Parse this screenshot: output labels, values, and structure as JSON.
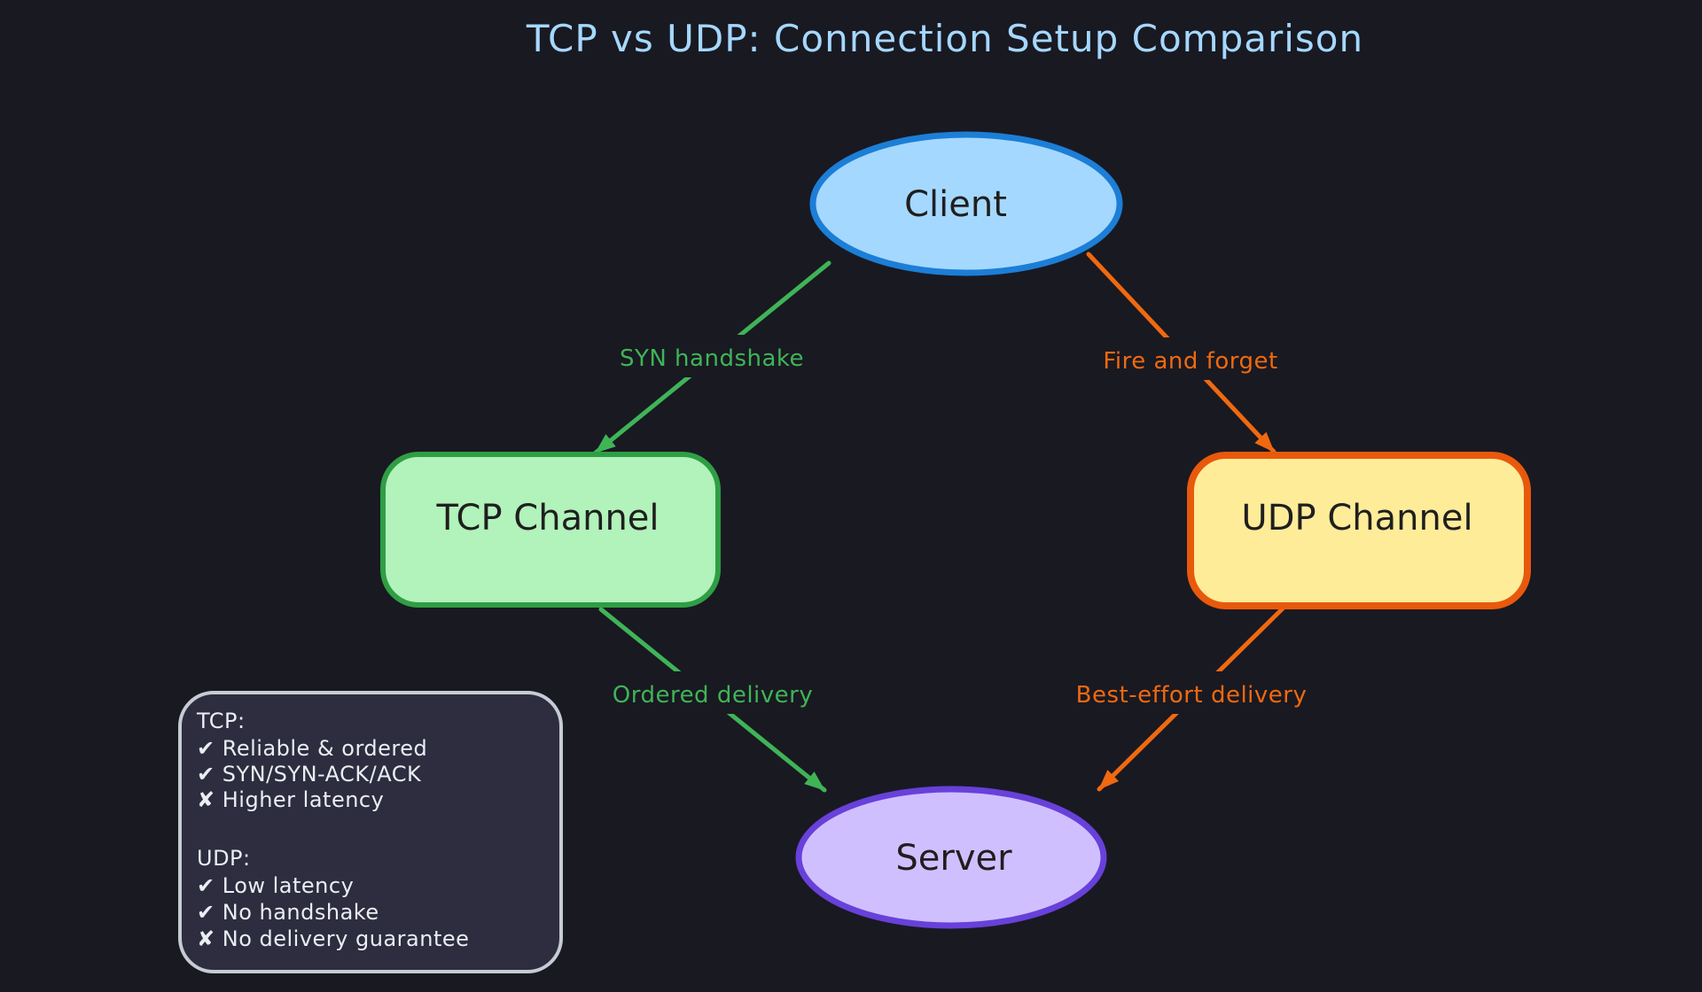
{
  "title": "TCP vs UDP: Connection Setup Comparison",
  "colors": {
    "background": "#191922",
    "title_text": "#a5d8ff",
    "shape_label": "#1f1f1f",
    "client_fill": "#a5d8ff",
    "client_stroke": "#1c7ed6",
    "tcp_fill": "#b2f2bb",
    "tcp_stroke": "#2f9e44",
    "udp_fill": "#ffec99",
    "udp_stroke": "#e8590c",
    "server_fill": "#d0bfff",
    "server_stroke": "#6741d9",
    "green_edge": "#3fb457",
    "orange_edge": "#f0690f",
    "note_fill": "#2d2d3f",
    "note_stroke": "#c5ccd3",
    "note_text": "#e9eef3"
  },
  "nodes": {
    "client": {
      "label": "Client"
    },
    "tcp_channel": {
      "label": "TCP Channel"
    },
    "udp_channel": {
      "label": "UDP Channel"
    },
    "server": {
      "label": "Server"
    }
  },
  "edges": {
    "client_tcp": {
      "label": "SYN handshake"
    },
    "client_udp": {
      "label": "Fire and forget"
    },
    "tcp_server": {
      "label": "Ordered delivery"
    },
    "udp_server": {
      "label": "Best-effort delivery"
    }
  },
  "note": {
    "lines": [
      "TCP:",
      "✔ Reliable & ordered",
      "✔ SYN/SYN-ACK/ACK",
      "✘ Higher latency",
      "",
      "UDP:",
      "✔ Low latency",
      "✔ No handshake",
      "✘ No delivery guarantee"
    ]
  }
}
